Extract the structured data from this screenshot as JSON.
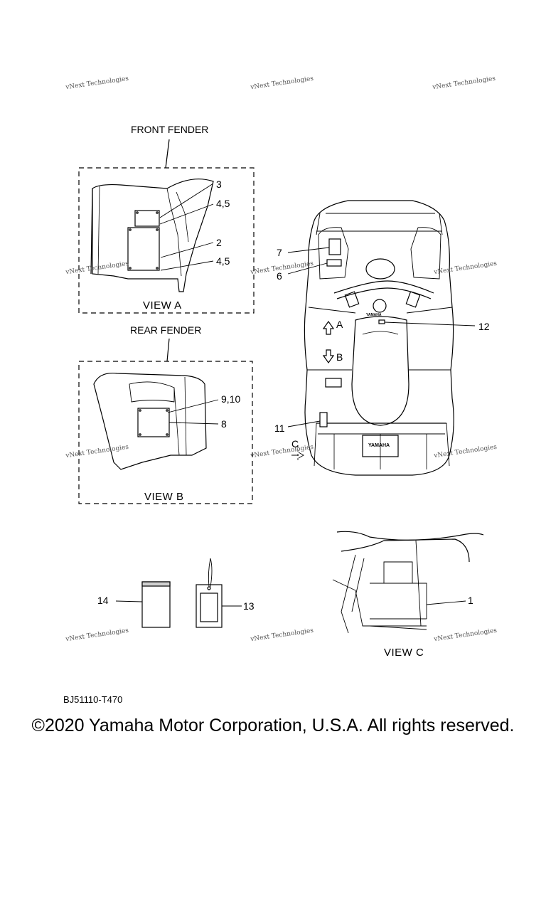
{
  "watermark": "vNext Technologies",
  "front_fender": {
    "title": "FRONT FENDER",
    "view": "VIEW A",
    "callouts": [
      "3",
      "4,5",
      "2",
      "4,5"
    ]
  },
  "rear_fender": {
    "title": "REAR FENDER",
    "view": "VIEW B",
    "callouts": [
      "9,10",
      "8"
    ]
  },
  "top_view": {
    "callouts": [
      "7",
      "6",
      "12",
      "11"
    ],
    "arrow_a": "A",
    "arrow_b": "B",
    "arrow_c": "C",
    "brand_mark": "YAMAHA"
  },
  "view_c": {
    "view": "VIEW C",
    "callouts": [
      "1"
    ]
  },
  "loose_parts": {
    "callouts": [
      "14",
      "13"
    ]
  },
  "diagram_code": "BJ51110-T470",
  "copyright": "©2020 Yamaha Motor Corporation, U.S.A. All rights reserved."
}
